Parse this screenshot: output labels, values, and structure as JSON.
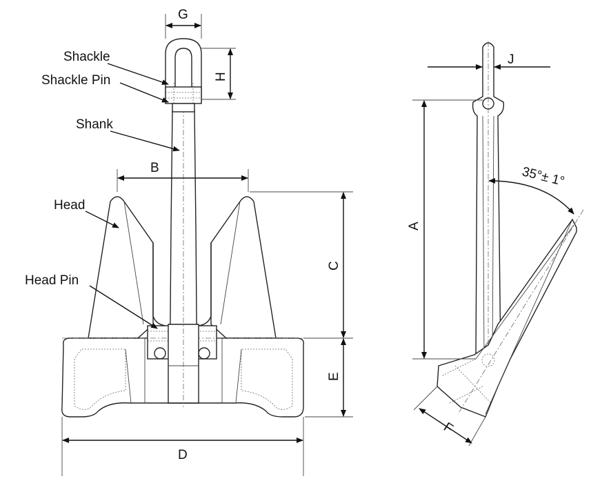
{
  "labels": {
    "shackle": "Shackle",
    "shackle_pin": "Shackle Pin",
    "shank": "Shank",
    "head": "Head",
    "head_pin": "Head Pin"
  },
  "dimensions": {
    "a": "A",
    "b": "B",
    "c": "C",
    "d": "D",
    "e": "E",
    "f": "F",
    "g": "G",
    "h": "H",
    "j": "J"
  },
  "angle": "35°± 1°"
}
